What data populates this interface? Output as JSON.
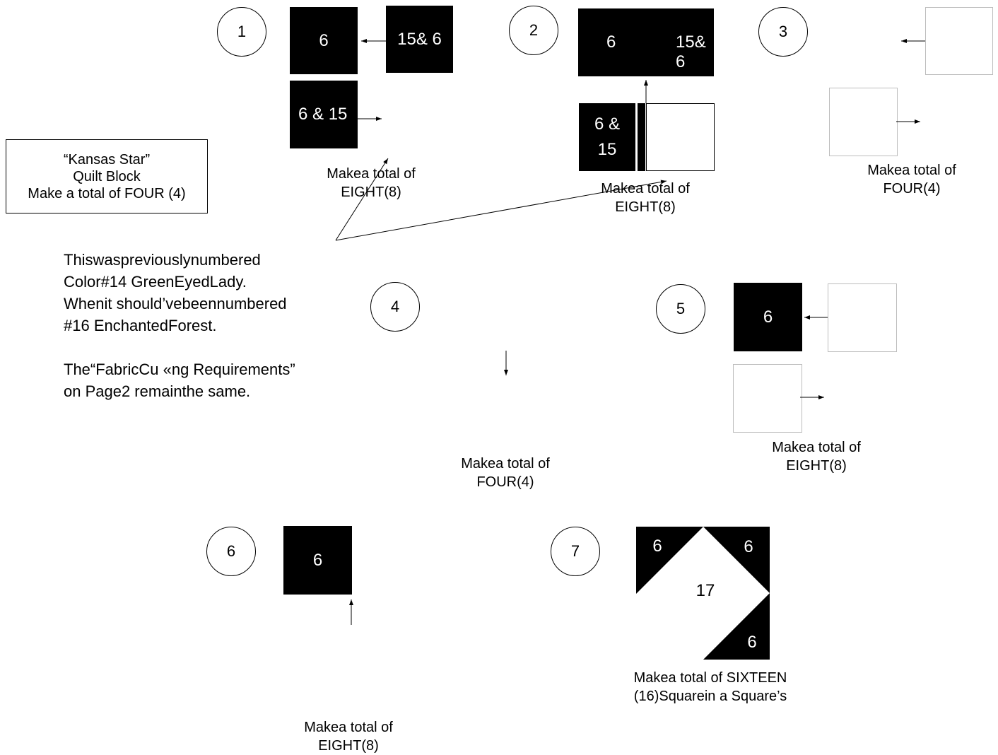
{
  "colors": {
    "fabric_dark": "#000000",
    "fabric_light": "#ffffff",
    "outline": "#bdbdbd"
  },
  "title_box": {
    "line1": "“Kansas Star”",
    "line2": "Quilt Block",
    "line3": "Make a total of FOUR (4)"
  },
  "note": {
    "line1": "Thiswaspreviouslynumbered",
    "line2": "Color#14 GreenEyedLady.",
    "line3": "Whenit should’vebeennumbered",
    "line4": "#16 EnchantedForest.",
    "line5": "The“FabricCu «ng Requirements”",
    "line6": "on Page2 remainthe same."
  },
  "steps": {
    "s1": {
      "number": "1",
      "square_a": "6",
      "square_b": "15& 6",
      "square_c": "6 & 15",
      "caption1": "Makea total of",
      "caption2": "EIGHT(8)"
    },
    "s2": {
      "number": "2",
      "label_a": "6",
      "label_b": "15& 6",
      "label_c1": "6 &",
      "label_c2": "15",
      "caption1": "Makea total of",
      "caption2": "EIGHT(8)"
    },
    "s3": {
      "number": "3",
      "caption1": "Makea total of",
      "caption2": "FOUR(4)"
    },
    "s4": {
      "number": "4",
      "caption1": "Makea total of",
      "caption2": "FOUR(4)"
    },
    "s5": {
      "number": "5",
      "square_a": "6",
      "caption1": "Makea total of",
      "caption2": "EIGHT(8)"
    },
    "s6": {
      "number": "6",
      "square_a": "6",
      "caption1": "Makea total of",
      "caption2": "EIGHT(8)"
    },
    "s7": {
      "number": "7",
      "label_tl": "6",
      "label_tr": "6",
      "label_center": "17",
      "label_br": "6",
      "caption1": "Makea total of SIXTEEN",
      "caption2": "(16)Squarein a Square’s"
    }
  }
}
